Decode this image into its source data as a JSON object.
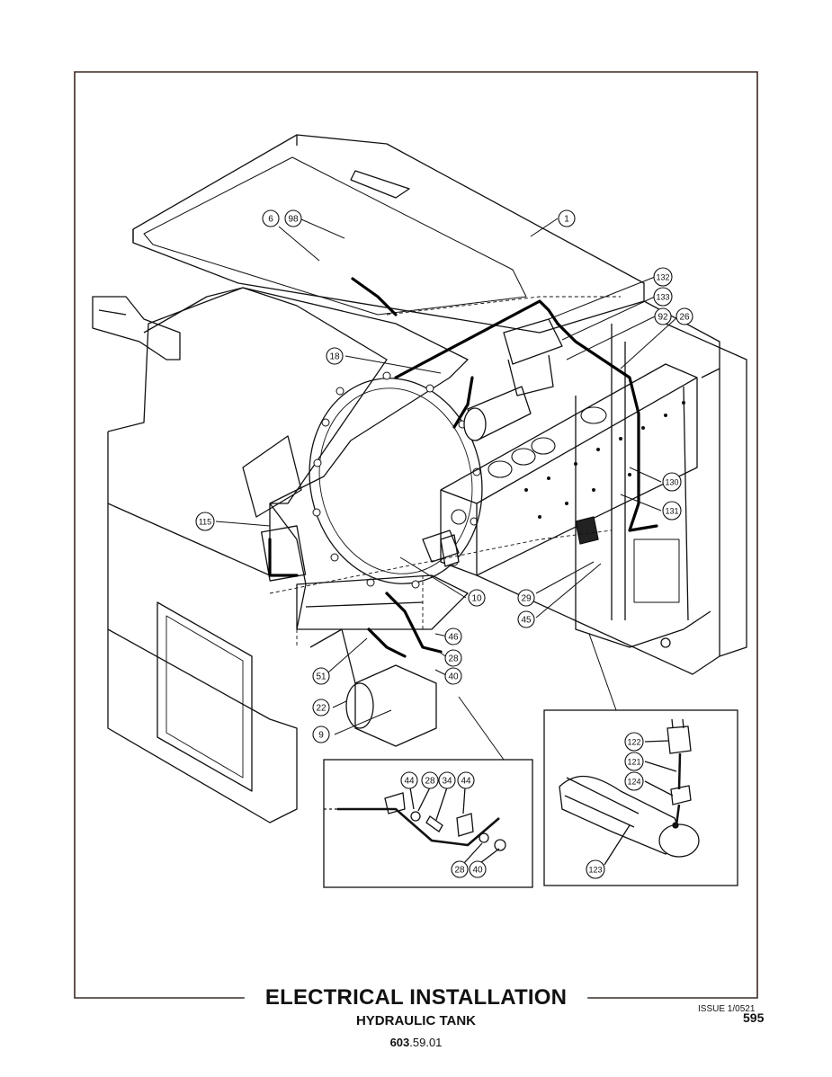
{
  "title": "ELECTRICAL INSTALLATION",
  "subtitle": "HYDRAULIC TANK",
  "doc_number": {
    "bold": "603",
    "rest": ".59.01"
  },
  "issue": "ISSUE 1/0521",
  "page_number": "595",
  "callouts": [
    {
      "id": "c1",
      "label": "1"
    },
    {
      "id": "c6",
      "label": "6"
    },
    {
      "id": "c98",
      "label": "98"
    },
    {
      "id": "c132",
      "label": "132"
    },
    {
      "id": "c133",
      "label": "133"
    },
    {
      "id": "c92",
      "label": "92"
    },
    {
      "id": "c26",
      "label": "26"
    },
    {
      "id": "c18",
      "label": "18"
    },
    {
      "id": "c130",
      "label": "130"
    },
    {
      "id": "c131",
      "label": "131"
    },
    {
      "id": "c115",
      "label": "115"
    },
    {
      "id": "c10",
      "label": "10"
    },
    {
      "id": "c29",
      "label": "29"
    },
    {
      "id": "c45",
      "label": "45"
    },
    {
      "id": "c46",
      "label": "46"
    },
    {
      "id": "c28a",
      "label": "28"
    },
    {
      "id": "c40a",
      "label": "40"
    },
    {
      "id": "c51",
      "label": "51"
    },
    {
      "id": "c22",
      "label": "22"
    },
    {
      "id": "c9",
      "label": "9"
    },
    {
      "id": "c44a",
      "label": "44"
    },
    {
      "id": "c28b",
      "label": "28"
    },
    {
      "id": "c34",
      "label": "34"
    },
    {
      "id": "c44b",
      "label": "44"
    },
    {
      "id": "c28c",
      "label": "28"
    },
    {
      "id": "c40b",
      "label": "40"
    },
    {
      "id": "c122",
      "label": "122"
    },
    {
      "id": "c121",
      "label": "121"
    },
    {
      "id": "c124",
      "label": "124"
    },
    {
      "id": "c123",
      "label": "123"
    }
  ]
}
